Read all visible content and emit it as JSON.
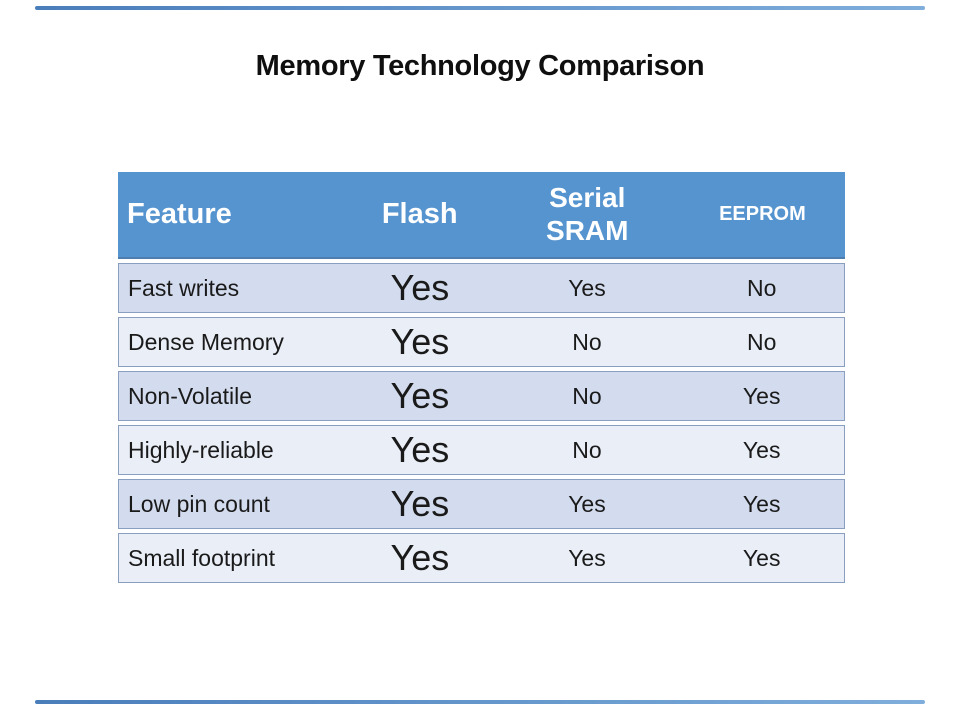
{
  "slide": {
    "title": "Memory Technology Comparison",
    "accent_bar_color": "#4A7EBB"
  },
  "table": {
    "columns": [
      {
        "label": "Feature"
      },
      {
        "label": "Flash"
      },
      {
        "label": "Serial\nSRAM"
      },
      {
        "label": "EEPROM"
      }
    ],
    "rows": [
      {
        "feature": "Fast writes",
        "flash": "Yes",
        "serial_sram": "Yes",
        "eeprom": "No"
      },
      {
        "feature": "Dense Memory",
        "flash": "Yes",
        "serial_sram": "No",
        "eeprom": "No"
      },
      {
        "feature": "Non-Volatile",
        "flash": "Yes",
        "serial_sram": "No",
        "eeprom": "Yes"
      },
      {
        "feature": "Highly-reliable",
        "flash": "Yes",
        "serial_sram": "No",
        "eeprom": "Yes"
      },
      {
        "feature": "Low pin count",
        "flash": "Yes",
        "serial_sram": "Yes",
        "eeprom": "Yes"
      },
      {
        "feature": "Small footprint",
        "flash": "Yes",
        "serial_sram": "Yes",
        "eeprom": "Yes"
      }
    ],
    "colors": {
      "header_bg": "#5694D0",
      "header_text": "#FFFFFF",
      "row_odd_bg": "#D3DCEE",
      "row_even_bg": "#E9EEF7",
      "row_border": "#8A9EC0",
      "body_text": "#1A1A1A"
    }
  }
}
